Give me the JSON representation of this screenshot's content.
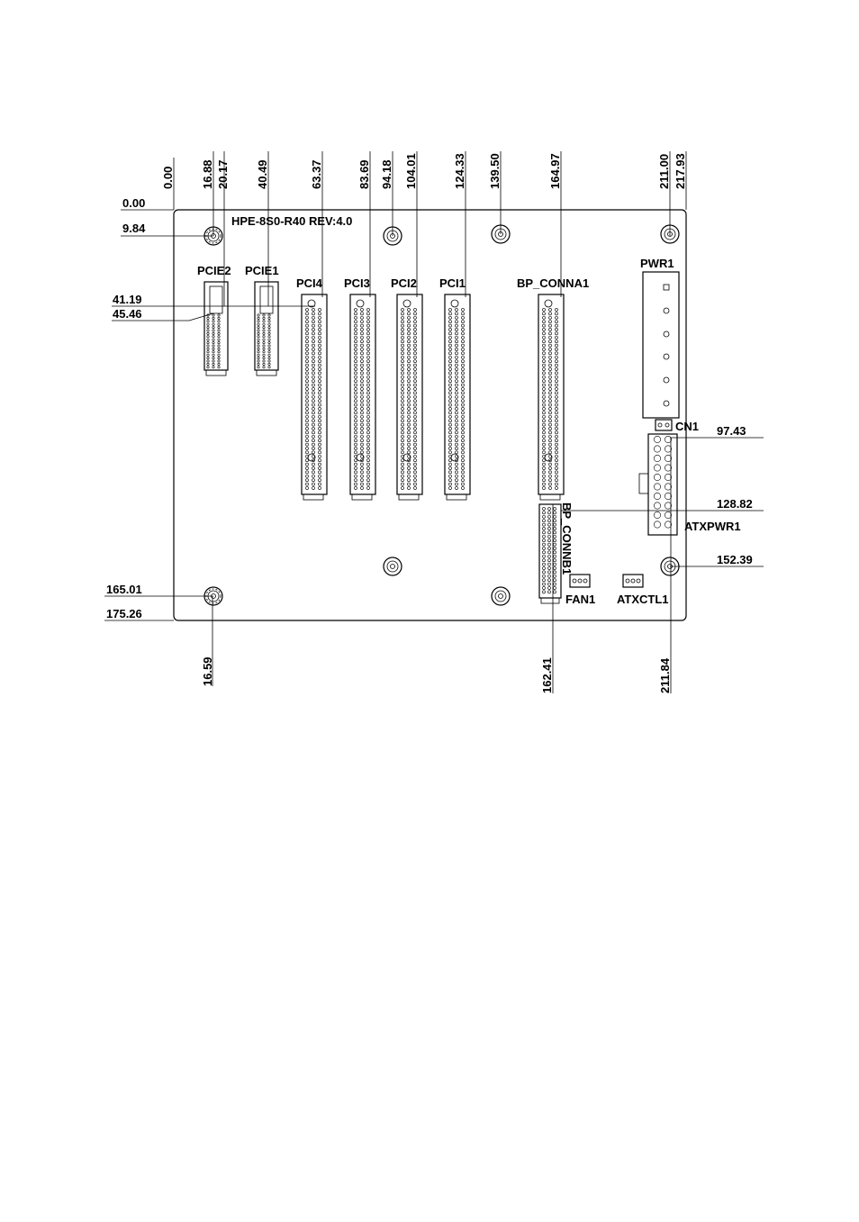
{
  "board_label": "HPE-8S0-R40 REV:4.0",
  "top_dimensions": [
    "0.00",
    "16.88",
    "20.17",
    "40.49",
    "63.37",
    "83.69",
    "94.18",
    "104.01",
    "124.33",
    "139.50",
    "164.97",
    "211.00",
    "217.93"
  ],
  "left_dimensions": [
    "0.00",
    "9.84",
    "41.19",
    "45.46",
    "165.01",
    "175.26"
  ],
  "right_dimensions": [
    "97.43",
    "128.82",
    "152.39"
  ],
  "bottom_dimensions": [
    "16.59",
    "162.41",
    "211.84"
  ],
  "connectors": {
    "pcie2": "PCIE2",
    "pcie1": "PCIE1",
    "pci4": "PCI4",
    "pci3": "PCI3",
    "pci2": "PCI2",
    "pci1": "PCI1",
    "bp_conna1": "BP_CONNA1",
    "bp_connb1": "BP_CONNB1",
    "pwr1": "PWR1",
    "cn1": "CN1",
    "atxpwr1": "ATXPWR1",
    "fan1": "FAN1",
    "atxctl1": "ATXCTL1"
  }
}
